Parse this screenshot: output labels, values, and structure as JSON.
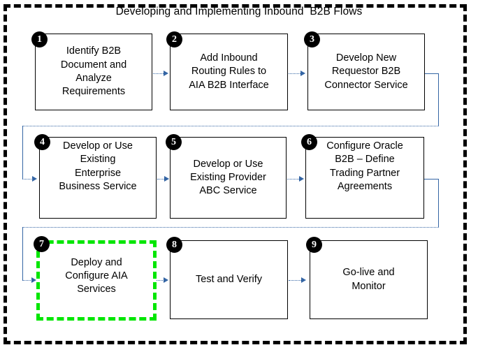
{
  "diagram": {
    "title": "Developing and Implementing Inbound  B2B Flows",
    "outer_border_style": "dashed",
    "outer_border_color": "#000000",
    "connector_color": "#3465a4",
    "highlight_color": "#00e600",
    "background": "#ffffff"
  },
  "nodes": [
    {
      "number": "1",
      "label": "Identify B2B\nDocument and\nAnalyze\nRequirements",
      "highlighted": false
    },
    {
      "number": "2",
      "label": "Add Inbound\nRouting Rules to\nAIA B2B Interface",
      "highlighted": false
    },
    {
      "number": "3",
      "label": "Develop New\nRequestor B2B\nConnector Service",
      "highlighted": false
    },
    {
      "number": "4",
      "label": "Develop or Use\nExisting\nEnterprise\nBusiness Service",
      "highlighted": false
    },
    {
      "number": "5",
      "label": "Develop or Use\nExisting Provider\nABC Service",
      "highlighted": false
    },
    {
      "number": "6",
      "label": "Configure Oracle\nB2B – Define\nTrading Partner\nAgreements",
      "highlighted": false
    },
    {
      "number": "7",
      "label": "Deploy and\nConfigure AIA\nServices",
      "highlighted": true
    },
    {
      "number": "8",
      "label": "Test and Verify",
      "highlighted": false
    },
    {
      "number": "9",
      "label": "Go-live and\nMonitor",
      "highlighted": false
    }
  ],
  "flow_order": [
    "1",
    "2",
    "3",
    "4",
    "5",
    "6",
    "7",
    "8",
    "9"
  ],
  "connectors": [
    {
      "from": "1",
      "to": "2",
      "kind": "arrow-right"
    },
    {
      "from": "2",
      "to": "3",
      "kind": "arrow-right"
    },
    {
      "from": "3",
      "to": "4",
      "kind": "wrap-down-left"
    },
    {
      "from": "4",
      "to": "5",
      "kind": "arrow-right"
    },
    {
      "from": "5",
      "to": "6",
      "kind": "arrow-right"
    },
    {
      "from": "6",
      "to": "7",
      "kind": "wrap-down-left"
    },
    {
      "from": "7",
      "to": "8",
      "kind": "arrow-right"
    },
    {
      "from": "8",
      "to": "9",
      "kind": "arrow-right"
    }
  ]
}
